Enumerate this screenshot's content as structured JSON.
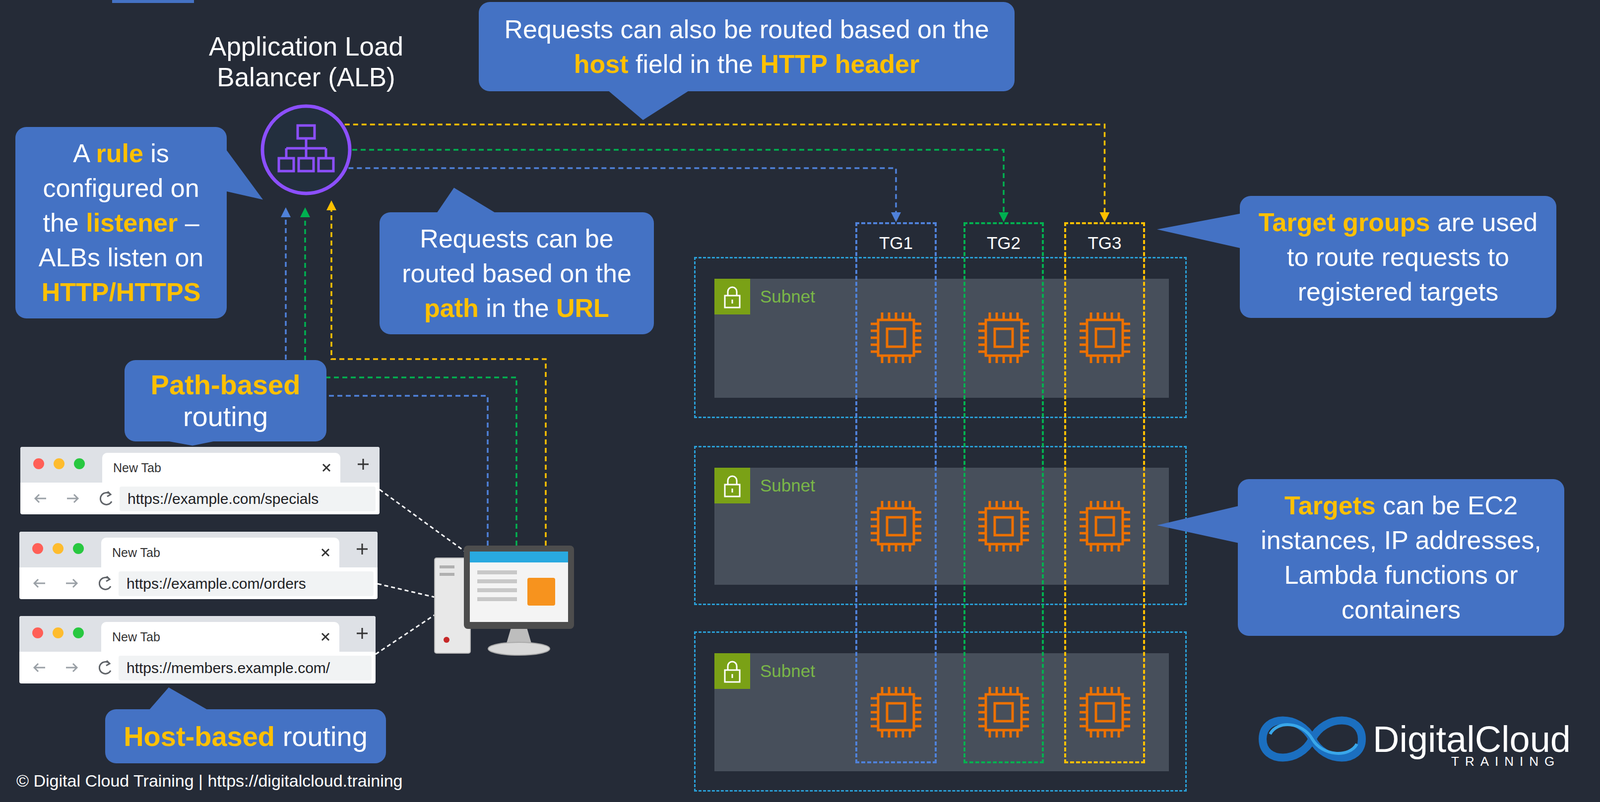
{
  "diagram": {
    "nodes": [
      {
        "text": [
          "Application Load Balancer (ALB)"
        ]
      },
      {
        "text": [
          "Requests can also be routed based on the host field in the HTTP header"
        ]
      },
      {
        "text": [
          "A rule is configured on the listener – ALBs listen on HTTP/HTTPS"
        ]
      },
      {
        "text": [
          "Requests can be routed based on the path in the URL"
        ]
      },
      {
        "text": [
          "TG1"
        ]
      },
      {
        "text": [
          "TG2"
        ]
      },
      {
        "text": [
          "TG3"
        ]
      },
      {
        "text": [
          "Target groups are used to route requests to registered targets"
        ]
      },
      {
        "text": [
          "Subnet"
        ]
      },
      {
        "text": [
          "Path-based routing"
        ]
      },
      {
        "text": [
          "New Tab",
          "https://example.com/specials"
        ]
      },
      {
        "text": [
          "Subnet"
        ]
      },
      {
        "text": [
          "Targets can be EC2 instances, IP addresses, Lambda functions or containers"
        ]
      },
      {
        "text": [
          "New Tab",
          "https://example.com/orders"
        ]
      },
      {
        "text": [
          "New Tab",
          "https://members.example.com/"
        ]
      },
      {
        "text": [
          "Subnet"
        ]
      },
      {
        "text": [
          "Host-based routing"
        ]
      }
    ],
    "edges": [
      {
        "from": 0,
        "to": 4,
        "arrow": "to"
      },
      {
        "from": 0,
        "to": 5,
        "arrow": "to"
      },
      {
        "from": 0,
        "to": 6,
        "arrow": "to"
      }
    ],
    "labels": [
      "© Digital Cloud Training | https://digitalcloud.training",
      "DigitalCloud",
      "TRAINING"
    ]
  }
}
